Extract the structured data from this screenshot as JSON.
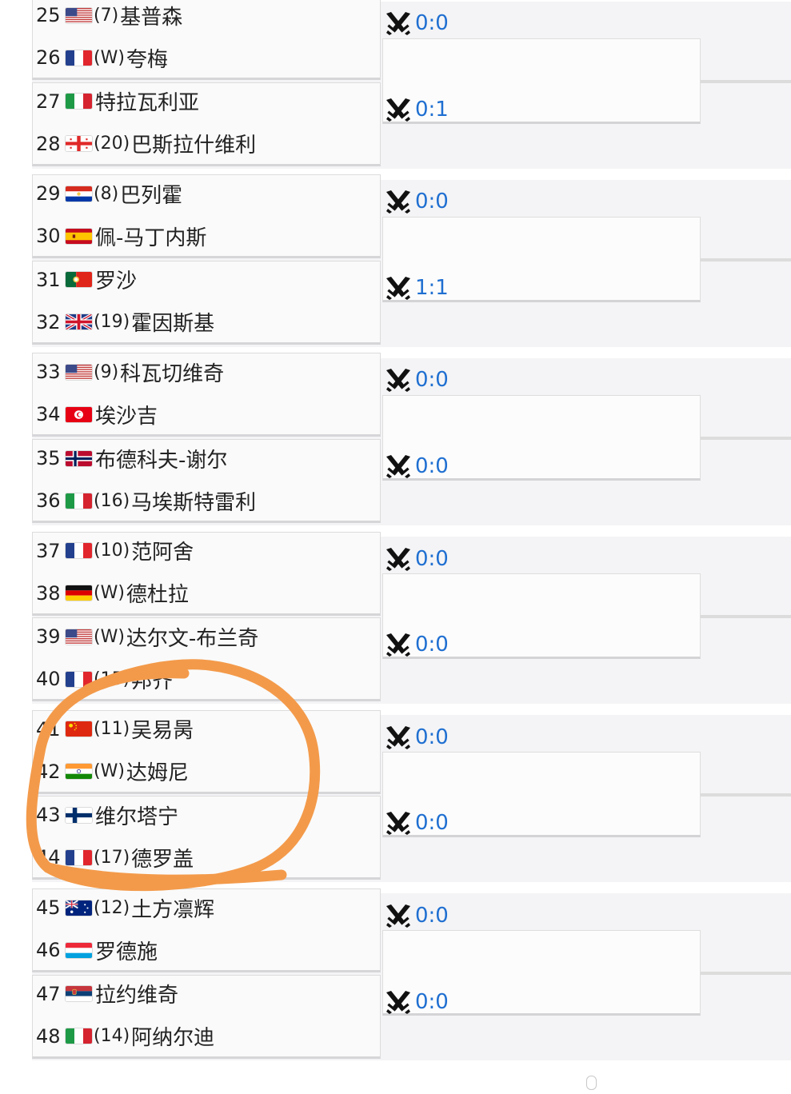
{
  "bracket": {
    "matches": [
      {
        "h2h": "0:0",
        "players": [
          {
            "num": "25",
            "flag": "usa",
            "seed": "(7)",
            "name": "基普森"
          },
          {
            "num": "26",
            "flag": "france",
            "seed": "(W)",
            "name": "夸梅"
          }
        ]
      },
      {
        "h2h": "0:1",
        "players": [
          {
            "num": "27",
            "flag": "italy",
            "seed": "",
            "name": "特拉瓦利亚"
          },
          {
            "num": "28",
            "flag": "georgia",
            "seed": "(20)",
            "name": "巴斯拉什维利"
          }
        ]
      },
      {
        "h2h": "0:0",
        "players": [
          {
            "num": "29",
            "flag": "paraguay",
            "seed": "(8)",
            "name": "巴列霍"
          },
          {
            "num": "30",
            "flag": "spain",
            "seed": "",
            "name": "佩-马丁内斯"
          }
        ]
      },
      {
        "h2h": "1:1",
        "players": [
          {
            "num": "31",
            "flag": "portugal",
            "seed": "",
            "name": "罗沙"
          },
          {
            "num": "32",
            "flag": "uk",
            "seed": "(19)",
            "name": "霍因斯基"
          }
        ]
      },
      {
        "h2h": "0:0",
        "players": [
          {
            "num": "33",
            "flag": "usa",
            "seed": "(9)",
            "name": "科瓦切维奇"
          },
          {
            "num": "34",
            "flag": "tunisia",
            "seed": "",
            "name": "埃沙吉"
          }
        ]
      },
      {
        "h2h": "0:0",
        "players": [
          {
            "num": "35",
            "flag": "norway",
            "seed": "",
            "name": "布德科夫-谢尔"
          },
          {
            "num": "36",
            "flag": "italy",
            "seed": "(16)",
            "name": "马埃斯特雷利"
          }
        ]
      },
      {
        "h2h": "0:0",
        "players": [
          {
            "num": "37",
            "flag": "france",
            "seed": "(10)",
            "name": "范阿舍"
          },
          {
            "num": "38",
            "flag": "germany",
            "seed": "(W)",
            "name": "德杜拉"
          }
        ]
      },
      {
        "h2h": "0:0",
        "players": [
          {
            "num": "39",
            "flag": "usa",
            "seed": "(W)",
            "name": "达尔文-布兰奇"
          },
          {
            "num": "40",
            "flag": "france",
            "seed": "(15)",
            "name": "邦齐"
          }
        ]
      },
      {
        "h2h": "0:0",
        "players": [
          {
            "num": "41",
            "flag": "china",
            "seed": "(11)",
            "name": "吴易昺"
          },
          {
            "num": "42",
            "flag": "india",
            "seed": "(W)",
            "name": "达姆尼"
          }
        ]
      },
      {
        "h2h": "0:0",
        "players": [
          {
            "num": "43",
            "flag": "finland",
            "seed": "",
            "name": "维尔塔宁"
          },
          {
            "num": "44",
            "flag": "france",
            "seed": "(17)",
            "name": "德罗盖"
          }
        ]
      },
      {
        "h2h": "0:0",
        "players": [
          {
            "num": "45",
            "flag": "australia",
            "seed": "(12)",
            "name": "土方凛辉"
          },
          {
            "num": "46",
            "flag": "luxembourg",
            "seed": "",
            "name": "罗德施"
          }
        ]
      },
      {
        "h2h": "0:0",
        "players": [
          {
            "num": "47",
            "flag": "serbia",
            "seed": "",
            "name": "拉约维奇"
          },
          {
            "num": "48",
            "flag": "italy",
            "seed": "(14)",
            "name": "阿纳尔迪"
          }
        ]
      }
    ]
  },
  "theme": {
    "accent": "#1f6fd1",
    "highlight_circle": "#f39a4a",
    "pair_bg": "#fafafa",
    "band_bg": "#f4f4f6"
  },
  "icons": {
    "h2h": "crossed-swords-icon"
  }
}
